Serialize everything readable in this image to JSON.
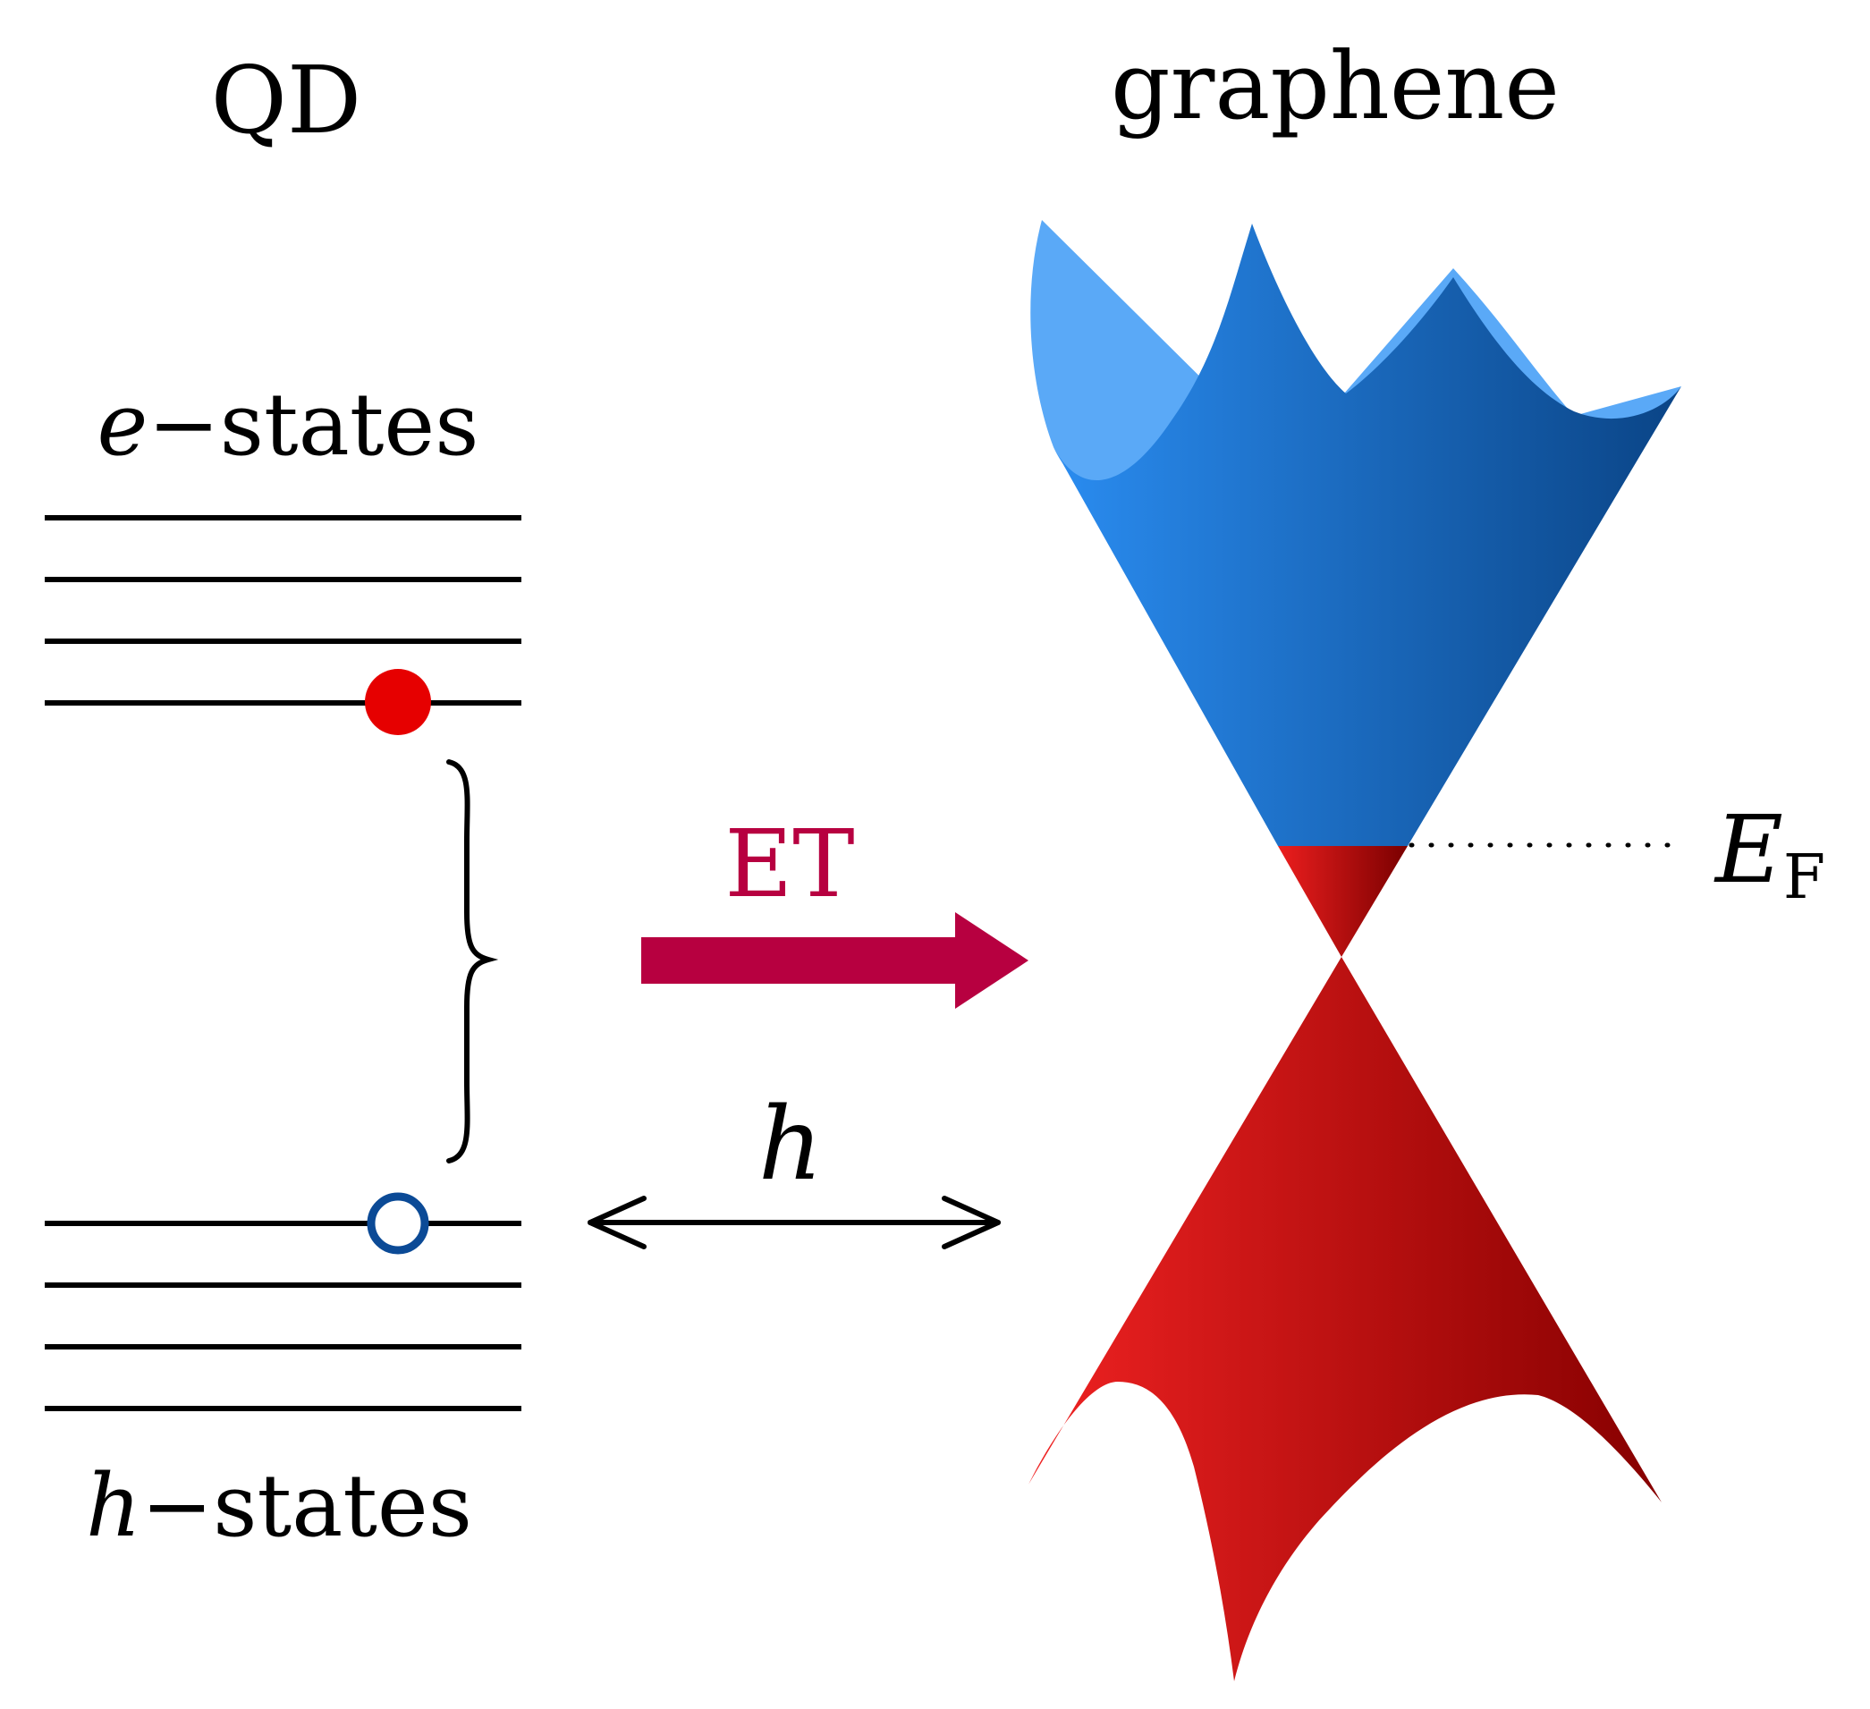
{
  "left_panel": {
    "title": "QD",
    "e_states": {
      "symbol": "e",
      "dash": "−",
      "word": "states"
    },
    "h_states": {
      "symbol": "h",
      "dash": "−",
      "word": "states"
    },
    "electron_color": "#e60000",
    "hole_color": "#0b4a96",
    "line_color": "#000000"
  },
  "middle": {
    "et_label": "ET",
    "et_color": "#b70040",
    "h_label": "h"
  },
  "right_panel": {
    "title": "graphene",
    "fermi_symbol": "E",
    "fermi_subscript": "F",
    "upper_cone_colors": [
      "#2a8cf0",
      "#0a4a8e"
    ],
    "upper_cone_light": "#5aa9f7",
    "lower_cone_colors": [
      "#ef2020",
      "#8c0000"
    ]
  }
}
